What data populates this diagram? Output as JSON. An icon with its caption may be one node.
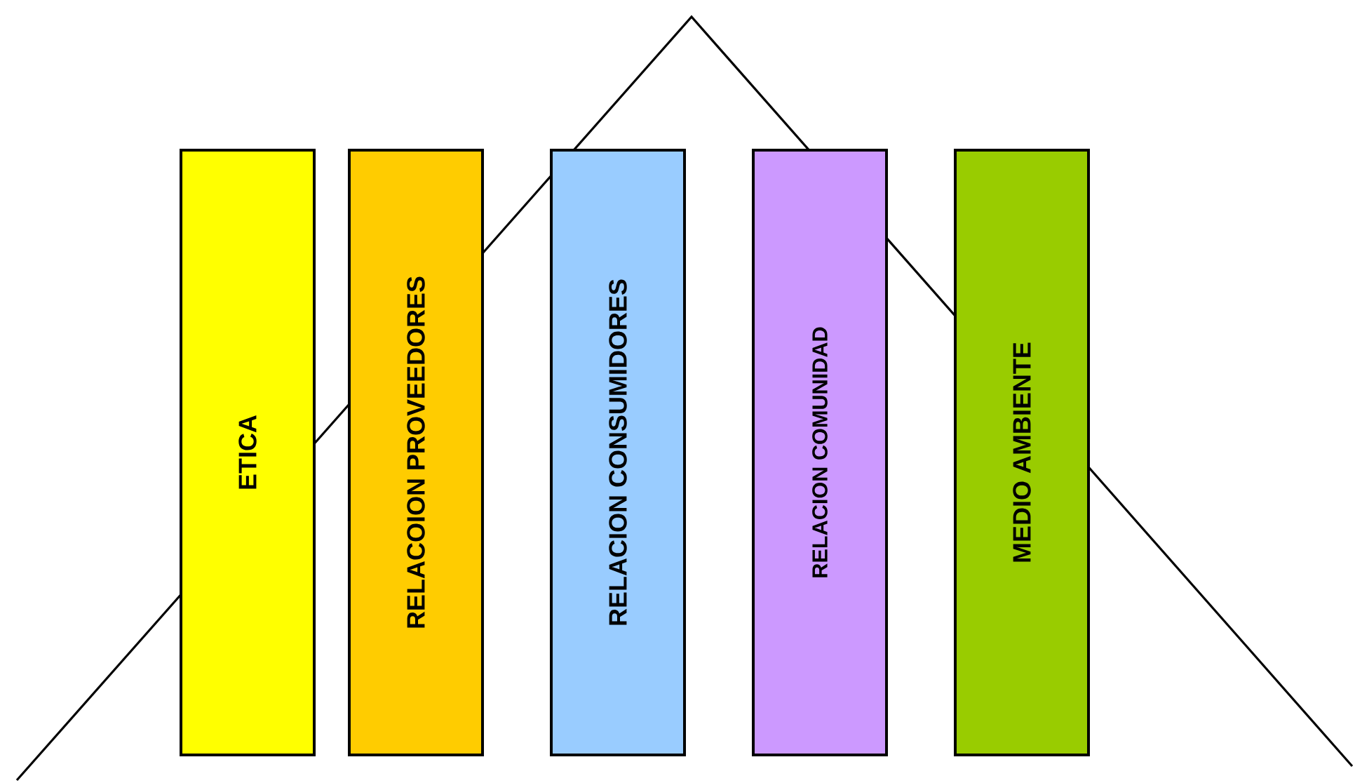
{
  "diagram": {
    "nodes": [
      {
        "text": [
          "ETICA"
        ]
      },
      {
        "text": [
          "RELACOION PROVEEDORES"
        ]
      },
      {
        "text": [
          "RELACION CONSUMIDORES"
        ]
      },
      {
        "text": [
          "RELACION COMUNIDAD"
        ]
      },
      {
        "text": [
          "MEDIO AMBIENTE"
        ]
      }
    ]
  }
}
